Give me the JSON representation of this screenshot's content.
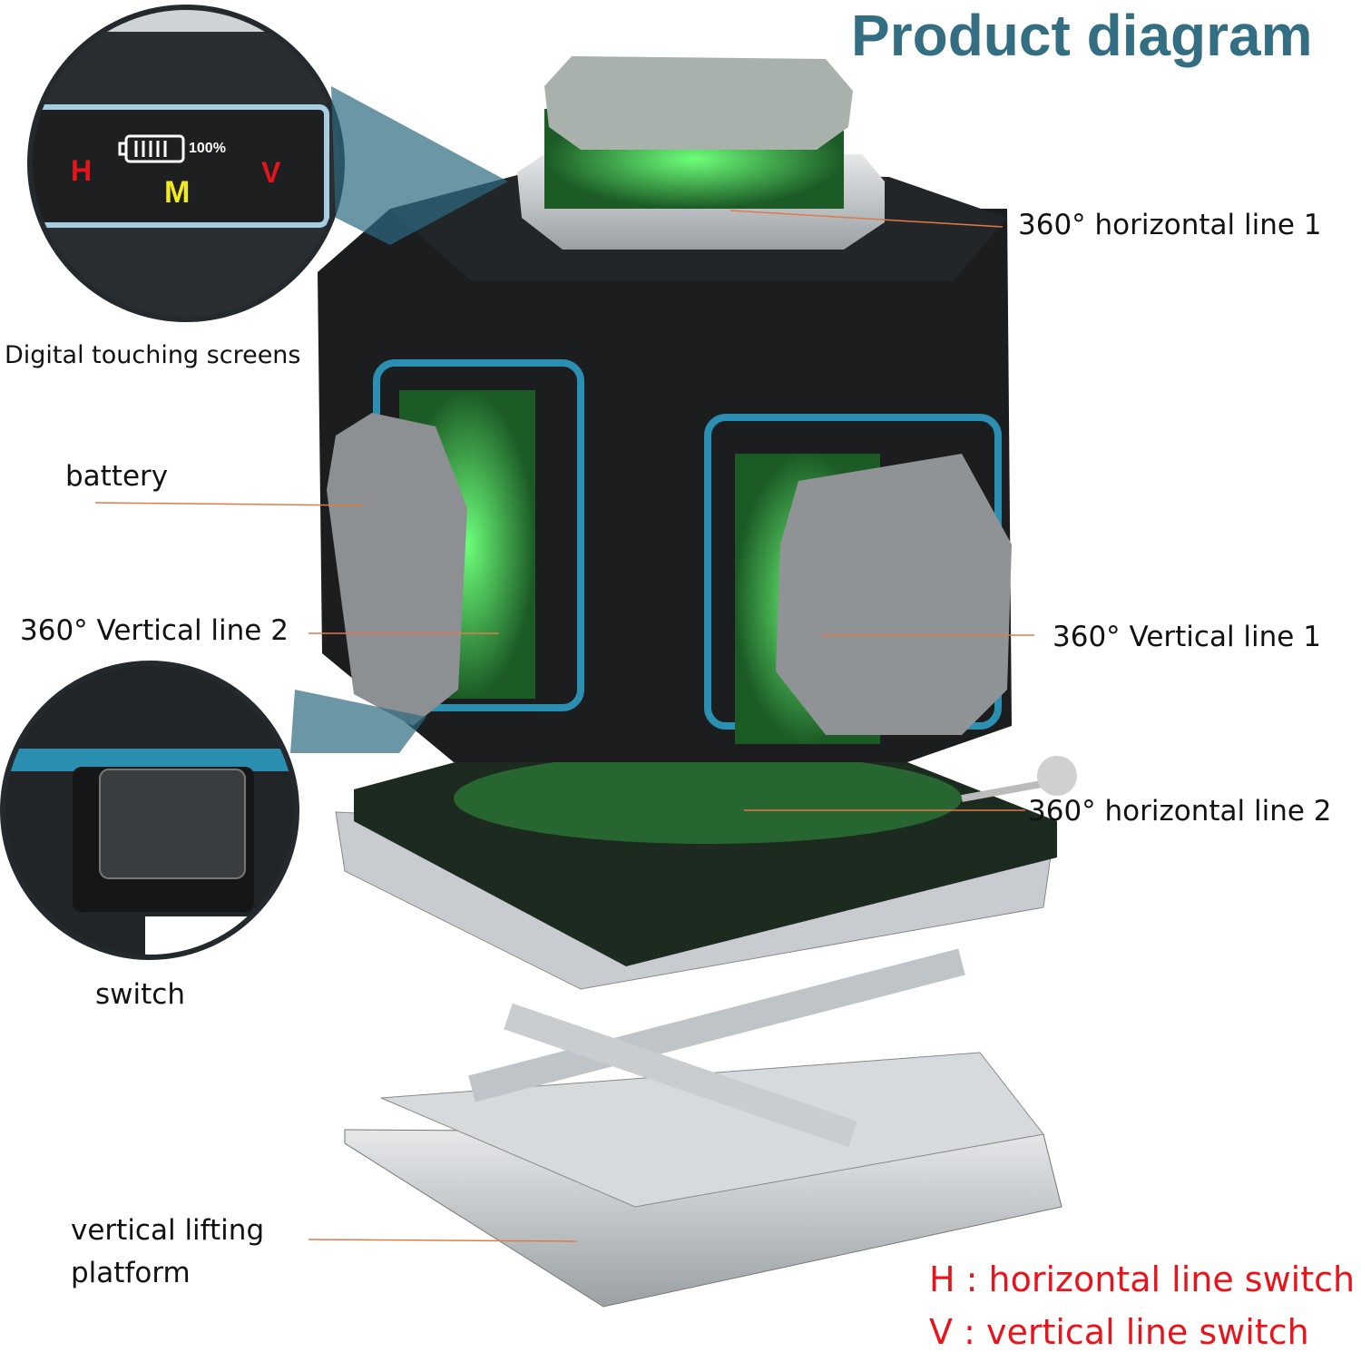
{
  "title": "Product diagram",
  "screen": {
    "h": "H",
    "m": "M",
    "v": "V",
    "battery_percent": "100%"
  },
  "labels": {
    "digital_screens": "Digital touching screens",
    "battery": "battery",
    "vertical_line_2": "360° Vertical line 2",
    "switch": "switch",
    "platform_line1": "vertical lifting",
    "platform_line2": "platform",
    "horizontal_line_1": "360° horizontal line 1",
    "vertical_line_1": "360° Vertical line 1",
    "horizontal_line_2": "360° horizontal line 2"
  },
  "legend": {
    "h": "H : horizontal line switch",
    "v": "V : vertical line switch"
  },
  "colors": {
    "title": "#336e82",
    "leader": "#e07a4a",
    "legend": "#e8141c",
    "laser": "#4dff6a",
    "accent": "#2a8fb0"
  }
}
